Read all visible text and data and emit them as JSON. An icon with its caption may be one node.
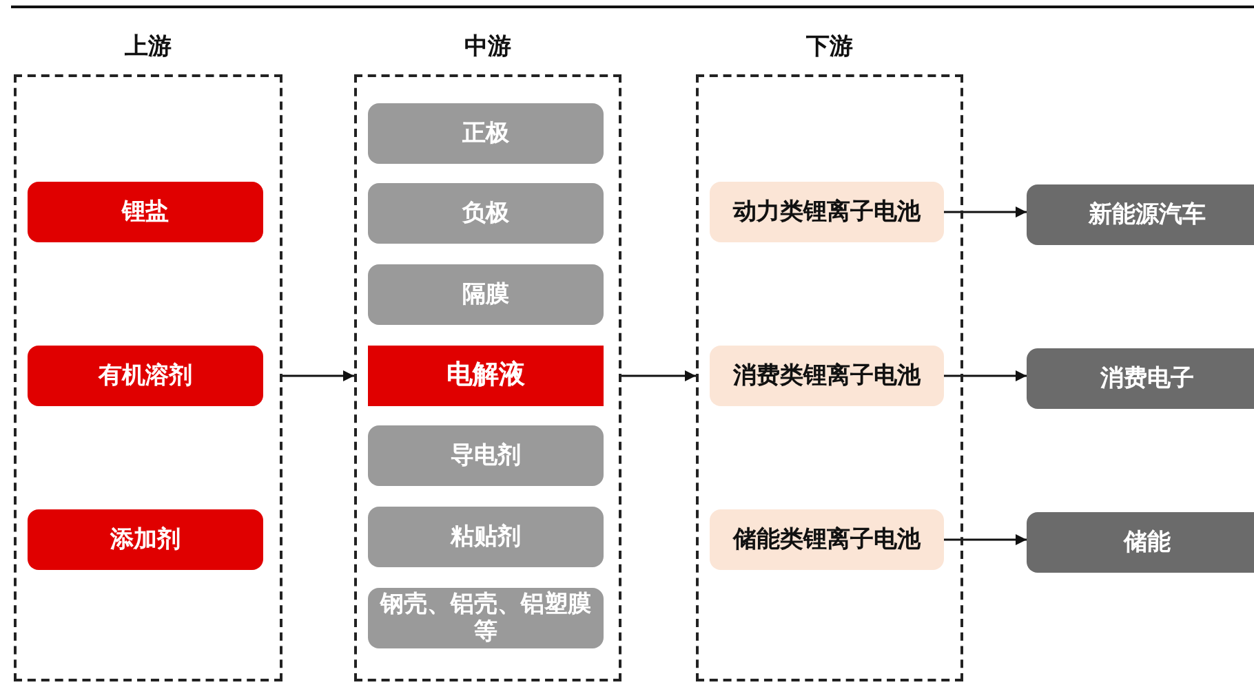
{
  "diagram": {
    "nodes": [
      {
        "text": [
          "上游"
        ]
      },
      {
        "text": [
          "锂盐"
        ],
        "in": 0
      },
      {
        "text": [
          "有机溶剂"
        ],
        "in": 0
      },
      {
        "text": [
          "添加剂"
        ],
        "in": 0
      },
      {
        "text": [
          "中游"
        ]
      },
      {
        "text": [
          "正极"
        ],
        "in": 4
      },
      {
        "text": [
          "负极"
        ],
        "in": 4
      },
      {
        "text": [
          "隔膜"
        ],
        "in": 4
      },
      {
        "text": [
          "电解液"
        ],
        "in": 4
      },
      {
        "text": [
          "导电剂"
        ],
        "in": 4
      },
      {
        "text": [
          "粘贴剂"
        ],
        "in": 4
      },
      {
        "text": [
          "钢壳、铝壳、铝塑膜等"
        ],
        "in": 4
      },
      {
        "text": [
          "下游"
        ]
      },
      {
        "text": [
          "动力类锂离子电池"
        ],
        "in": 12
      },
      {
        "text": [
          "消费类锂离子电池"
        ],
        "in": 12
      },
      {
        "text": [
          "储能类锂离子电池"
        ],
        "in": 12
      },
      {
        "text": [
          "新能源汽车"
        ]
      },
      {
        "text": [
          "消费电子"
        ]
      },
      {
        "text": [
          "储能"
        ]
      }
    ],
    "edges": [
      {
        "from": 0,
        "to": 4,
        "arrow": "to"
      },
      {
        "from": 4,
        "to": 12,
        "arrow": "to"
      },
      {
        "from": 13,
        "to": 16,
        "arrow": "to"
      },
      {
        "from": 14,
        "to": 17,
        "arrow": "to"
      },
      {
        "from": 15,
        "to": 18,
        "arrow": "to"
      }
    ]
  }
}
